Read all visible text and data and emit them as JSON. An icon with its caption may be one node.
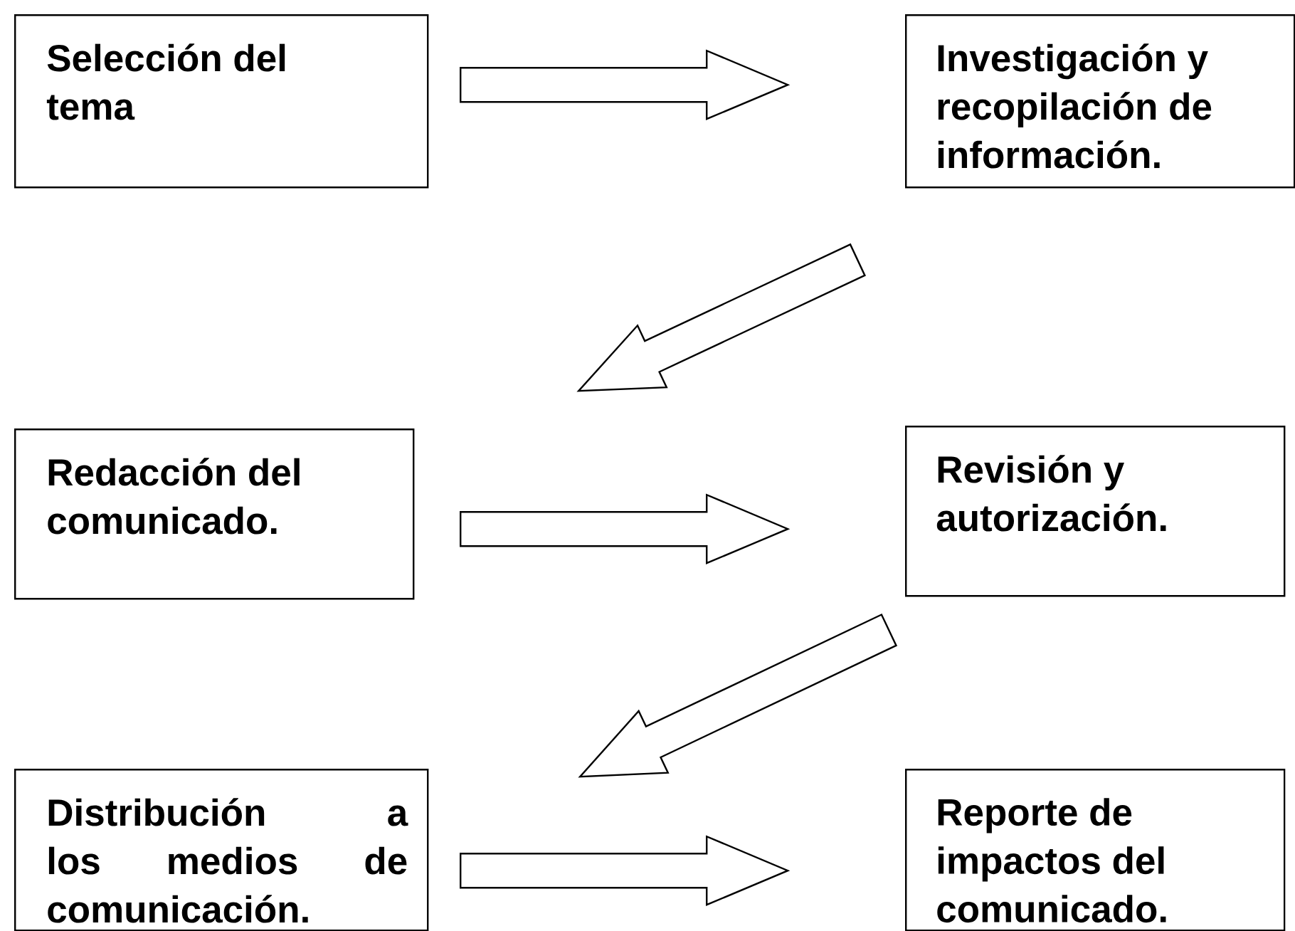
{
  "diagram": {
    "nodes": [
      {
        "text": [
          "Selección del tema"
        ]
      },
      {
        "text": [
          "Investigación y recopilación de información."
        ]
      },
      {
        "text": [
          "Redacción del comunicado."
        ]
      },
      {
        "text": [
          "Revisión y autorización."
        ]
      },
      {
        "text": [
          "Distribución a los medios de comunicación."
        ]
      },
      {
        "text": [
          "Reporte de impactos del comunicado."
        ]
      }
    ],
    "edges": [
      {
        "from": 0,
        "to": 1,
        "arrow": "to"
      },
      {
        "from": 1,
        "to": 2,
        "arrow": "to"
      },
      {
        "from": 2,
        "to": 3,
        "arrow": "to"
      },
      {
        "from": 3,
        "to": 4,
        "arrow": "to"
      },
      {
        "from": 4,
        "to": 5,
        "arrow": "to"
      }
    ]
  }
}
